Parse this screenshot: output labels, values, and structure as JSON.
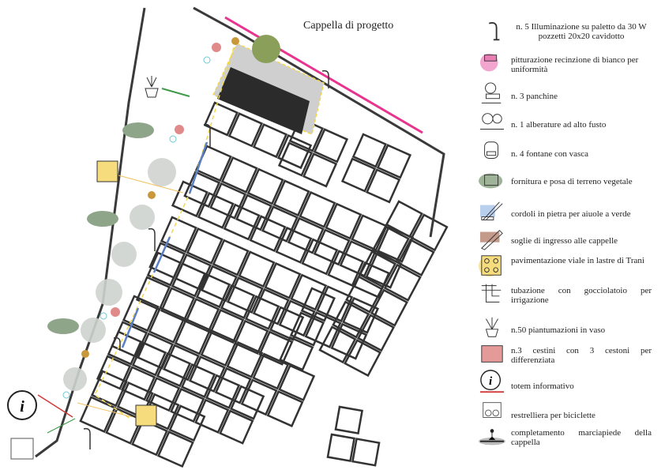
{
  "plan": {
    "title": "Cappella di progetto",
    "info_symbol": "i"
  },
  "legend": [
    {
      "icon": "street-lamp-icon",
      "text": "n. 5 Illuminazione su paletto da 30 W pozzetti 20x20 cavidotto"
    },
    {
      "icon": "paint-roller-icon",
      "text": "pitturazione recinzione di bianco per uniformità"
    },
    {
      "icon": "bench-icon",
      "text": "n. 3 panchine"
    },
    {
      "icon": "tree-icon",
      "text": "n. 1 alberature ad alto fusto"
    },
    {
      "icon": "fountain-icon",
      "text": "n. 4 fontane con vasca"
    },
    {
      "icon": "soil-icon",
      "text": "fornitura e posa di terreno vegetale"
    },
    {
      "icon": "stone-curb-icon",
      "text": "cordoli in pietra per aiuole a verde"
    },
    {
      "icon": "threshold-icon",
      "text": "soglie di ingresso alle cappelle"
    },
    {
      "icon": "paving-tile-icon",
      "text": "pavimentazione viale in lastre di Trani"
    },
    {
      "icon": "irrigation-pipe-icon",
      "text": "tubazione con gocciolatoio per irrigazione"
    },
    {
      "icon": "potted-plant-icon",
      "text": "n.50 piantumazioni in vaso"
    },
    {
      "icon": "recycling-bin-icon",
      "text": "n.3 cestini con 3 cestoni per differenziata"
    },
    {
      "icon": "info-totem-icon",
      "text": "totem informativo",
      "symbol": "i"
    },
    {
      "icon": "bike-rack-icon",
      "text": "restrelliera per biciclette"
    },
    {
      "icon": "sidewalk-icon",
      "text": "completamento marciapiede della cappella"
    }
  ],
  "colors": {
    "pink_fence": "#e8338f",
    "tile_stroke": "#333333",
    "chapel": "#2b2b2b",
    "path_dash": "#f2d84a",
    "curb_blue": "#5b7fc4",
    "threshold_brown": "#a0705a",
    "pink_dot": "#e08a8a",
    "gold_dot": "#c9983a",
    "cyan_dot": "#6fc8d8",
    "green_line": "#3f9a4a",
    "red_line": "#d23a3a"
  }
}
